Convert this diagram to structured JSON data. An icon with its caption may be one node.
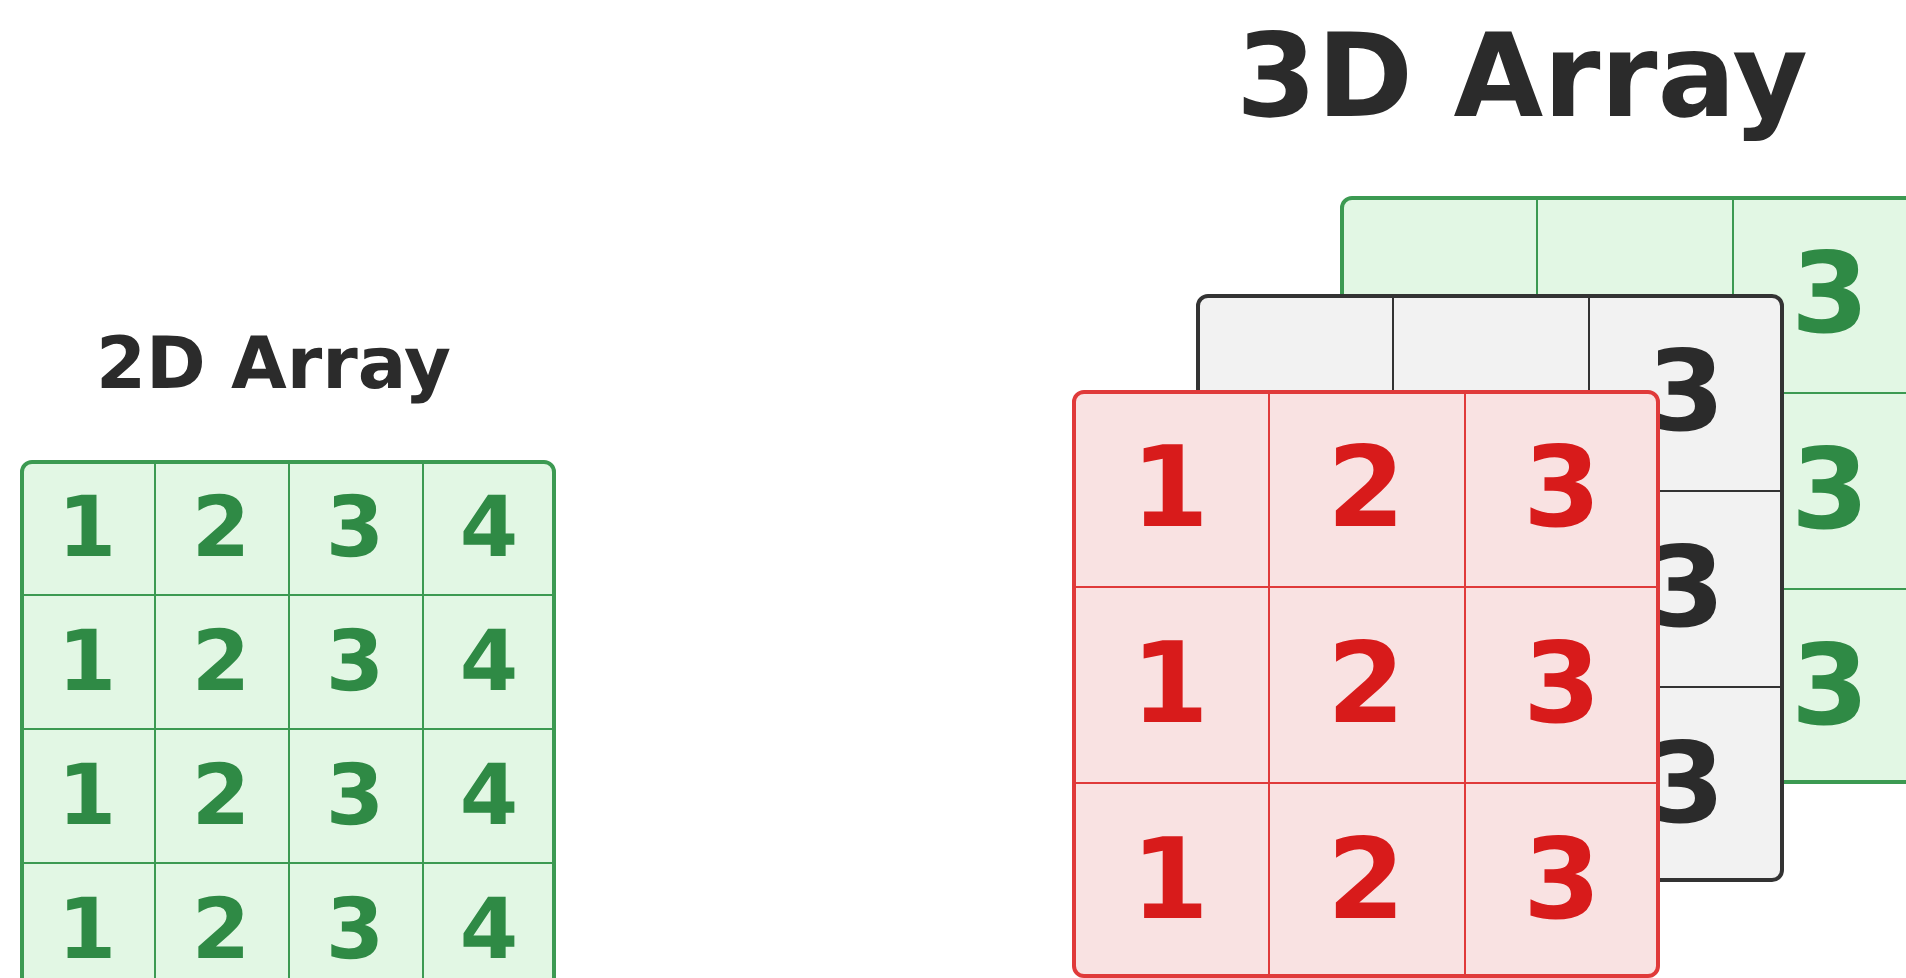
{
  "diagram": {
    "labels": [
      "2D Array",
      "1",
      "2",
      "3",
      "4",
      "1",
      "2",
      "3",
      "4",
      "1",
      "2",
      "3",
      "4",
      "1",
      "2",
      "3",
      "4",
      "3D Array",
      "3",
      "3",
      "3",
      "3",
      "3",
      "3",
      "1",
      "2",
      "3",
      "1",
      "2",
      "3",
      "1",
      "2",
      "3"
    ]
  }
}
